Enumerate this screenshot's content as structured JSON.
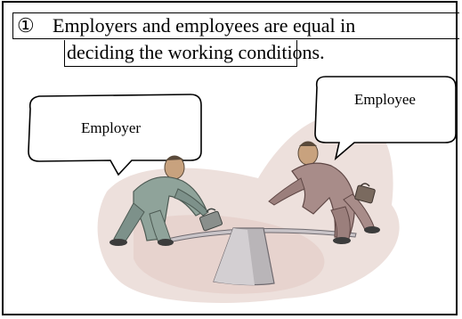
{
  "caption": {
    "number": "①",
    "line1": "Employers and employees are equal in",
    "line2": "deciding the working conditions."
  },
  "bubbles": {
    "left_label": "Employer",
    "right_label": "Employee"
  },
  "colors": {
    "employer_suit": "#8fa39a",
    "employee_suit": "#a88c89",
    "background_blob": "#e8d6d2",
    "fulcrum": "#b7b3b6"
  }
}
